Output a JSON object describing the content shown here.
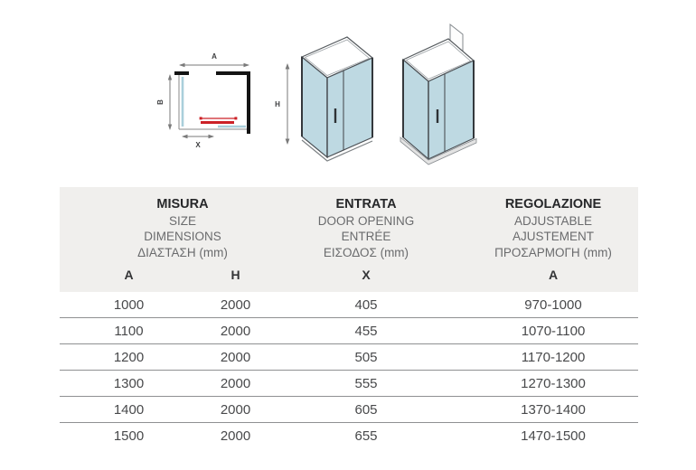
{
  "diagram": {
    "plan": {
      "label_a": "A",
      "label_b": "B",
      "label_x": "X"
    },
    "iso1": {
      "label_h": "H"
    },
    "colors": {
      "glass_blue": "#b9d6e0",
      "frame_dark": "#3a3f44",
      "profile_black": "#141414",
      "door_red": "#cc2127",
      "dim_gray": "#7a7a7a"
    }
  },
  "table": {
    "header": {
      "groups": [
        {
          "lines": [
            "MISURA",
            "SIZE",
            "DIMENSIONS",
            "ΔΙΑΣΤΑΣΗ (mm)"
          ],
          "cols": [
            "A",
            "H"
          ]
        },
        {
          "lines": [
            "ENTRATA",
            "DOOR OPENING",
            "ENTRÉE",
            "ΕΙΣΟΔΟΣ (mm)"
          ],
          "cols": [
            "X"
          ]
        },
        {
          "lines": [
            "REGOLAZIONE",
            "ADJUSTABLE",
            "AJUSTEMENT",
            "ΠΡΟΣΑΡΜΟΓΗ (mm)"
          ],
          "cols": [
            "A"
          ]
        }
      ]
    },
    "rows": [
      [
        "1000",
        "2000",
        "405",
        "970-1000"
      ],
      [
        "1100",
        "2000",
        "455",
        "1070-1100"
      ],
      [
        "1200",
        "2000",
        "505",
        "1170-1200"
      ],
      [
        "1300",
        "2000",
        "555",
        "1270-1300"
      ],
      [
        "1400",
        "2000",
        "605",
        "1370-1400"
      ],
      [
        "1500",
        "2000",
        "655",
        "1470-1500"
      ]
    ],
    "colors": {
      "header_bg": "#f0efed",
      "divider": "#8f9092",
      "heading_dark": "#262729",
      "heading_gray": "#6a6b6d",
      "value_text": "#48494b"
    }
  }
}
